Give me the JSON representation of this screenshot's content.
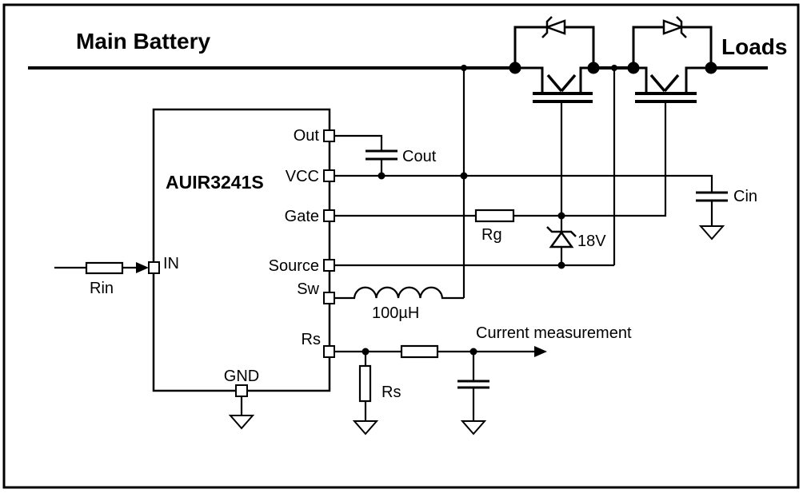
{
  "diagram": {
    "bus_label": "Main Battery",
    "loads_label": "Loads",
    "ic": {
      "name": "AUIR3241S",
      "pins": {
        "out": "Out",
        "vcc": "VCC",
        "gate": "Gate",
        "source": "Source",
        "sw": "Sw",
        "rs": "Rs",
        "gnd": "GND",
        "in": "IN"
      }
    },
    "components": {
      "cout": "Cout",
      "cin": "Cin",
      "rg": "Rg",
      "rin": "Rin",
      "rs_sense": "Rs",
      "inductor": "100µH",
      "gate_zener": "18V"
    },
    "annotations": {
      "current_measurement": "Current measurement"
    },
    "colors": {
      "line": "#000000",
      "background": "#ffffff"
    }
  }
}
